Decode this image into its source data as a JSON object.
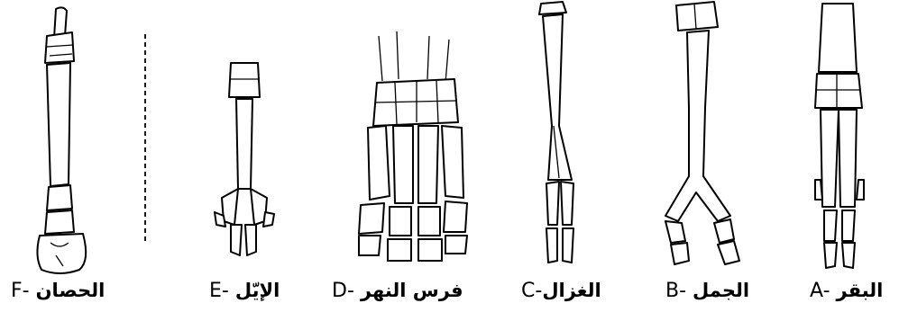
{
  "figure": {
    "panels": [
      {
        "letter": "A-",
        "name": "البقر"
      },
      {
        "letter": "B-",
        "name": "الجمل"
      },
      {
        "letter": "C-",
        "name": "الغزال"
      },
      {
        "letter": "D-",
        "name": "فرس النهر"
      },
      {
        "letter": "E-",
        "name": "الإيّل"
      },
      {
        "letter": "F-",
        "name": "الحصان"
      }
    ]
  }
}
